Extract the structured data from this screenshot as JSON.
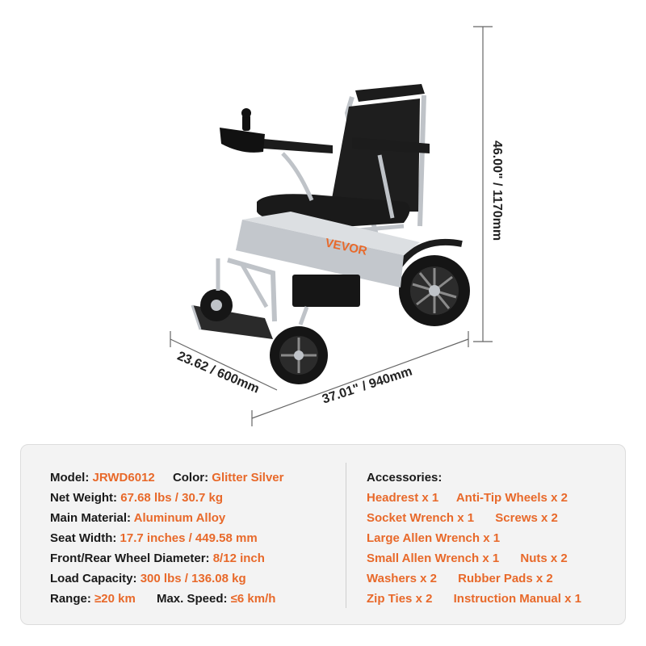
{
  "image": {
    "subject": "folding electric wheelchair",
    "brand_text": "VEVOR",
    "colors": {
      "frame": "#bfc3c8",
      "seat": "#1c1c1c",
      "brand": "#e8692a",
      "tire": "#141414"
    }
  },
  "dimensions": {
    "height": "46.00\" / 1170mm",
    "depth": "23.62 / 600mm",
    "width": "37.01\" / 940mm"
  },
  "specs": {
    "model_label": "Model:",
    "model_value": "JRWD6012",
    "color_label": "Color:",
    "color_value": "Glitter Silver",
    "weight_label": "Net Weight:",
    "weight_value": "67.68 lbs / 30.7 kg",
    "material_label": "Main Material:",
    "material_value": "Aluminum Alloy",
    "seat_label": "Seat Width:",
    "seat_value": "17.7 inches / 449.58 mm",
    "wheel_label": "Front/Rear Wheel Diameter:",
    "wheel_value": "8/12 inch",
    "load_label": "Load Capacity:",
    "load_value": "300 lbs / 136.08 kg",
    "range_label": "Range:",
    "range_value": "≥20 km",
    "speed_label": "Max. Speed:",
    "speed_value": "≤6 km/h"
  },
  "accessories": {
    "title": "Accessories:",
    "rows": [
      [
        "Headrest x 1",
        "Anti-Tip Wheels x 2"
      ],
      [
        "Socket Wrench x 1",
        "Screws x 2"
      ],
      [
        "Large Allen Wrench x 1",
        ""
      ],
      [
        "Small Allen Wrench x 1",
        "Nuts x 2"
      ],
      [
        "Washers x 2",
        "Rubber Pads x 2"
      ],
      [
        "Zip Ties x 2",
        "Instruction Manual x 1"
      ]
    ]
  },
  "colors": {
    "accent": "#e8692a",
    "label": "#1a1a1a",
    "panel_bg": "#f3f3f3"
  }
}
